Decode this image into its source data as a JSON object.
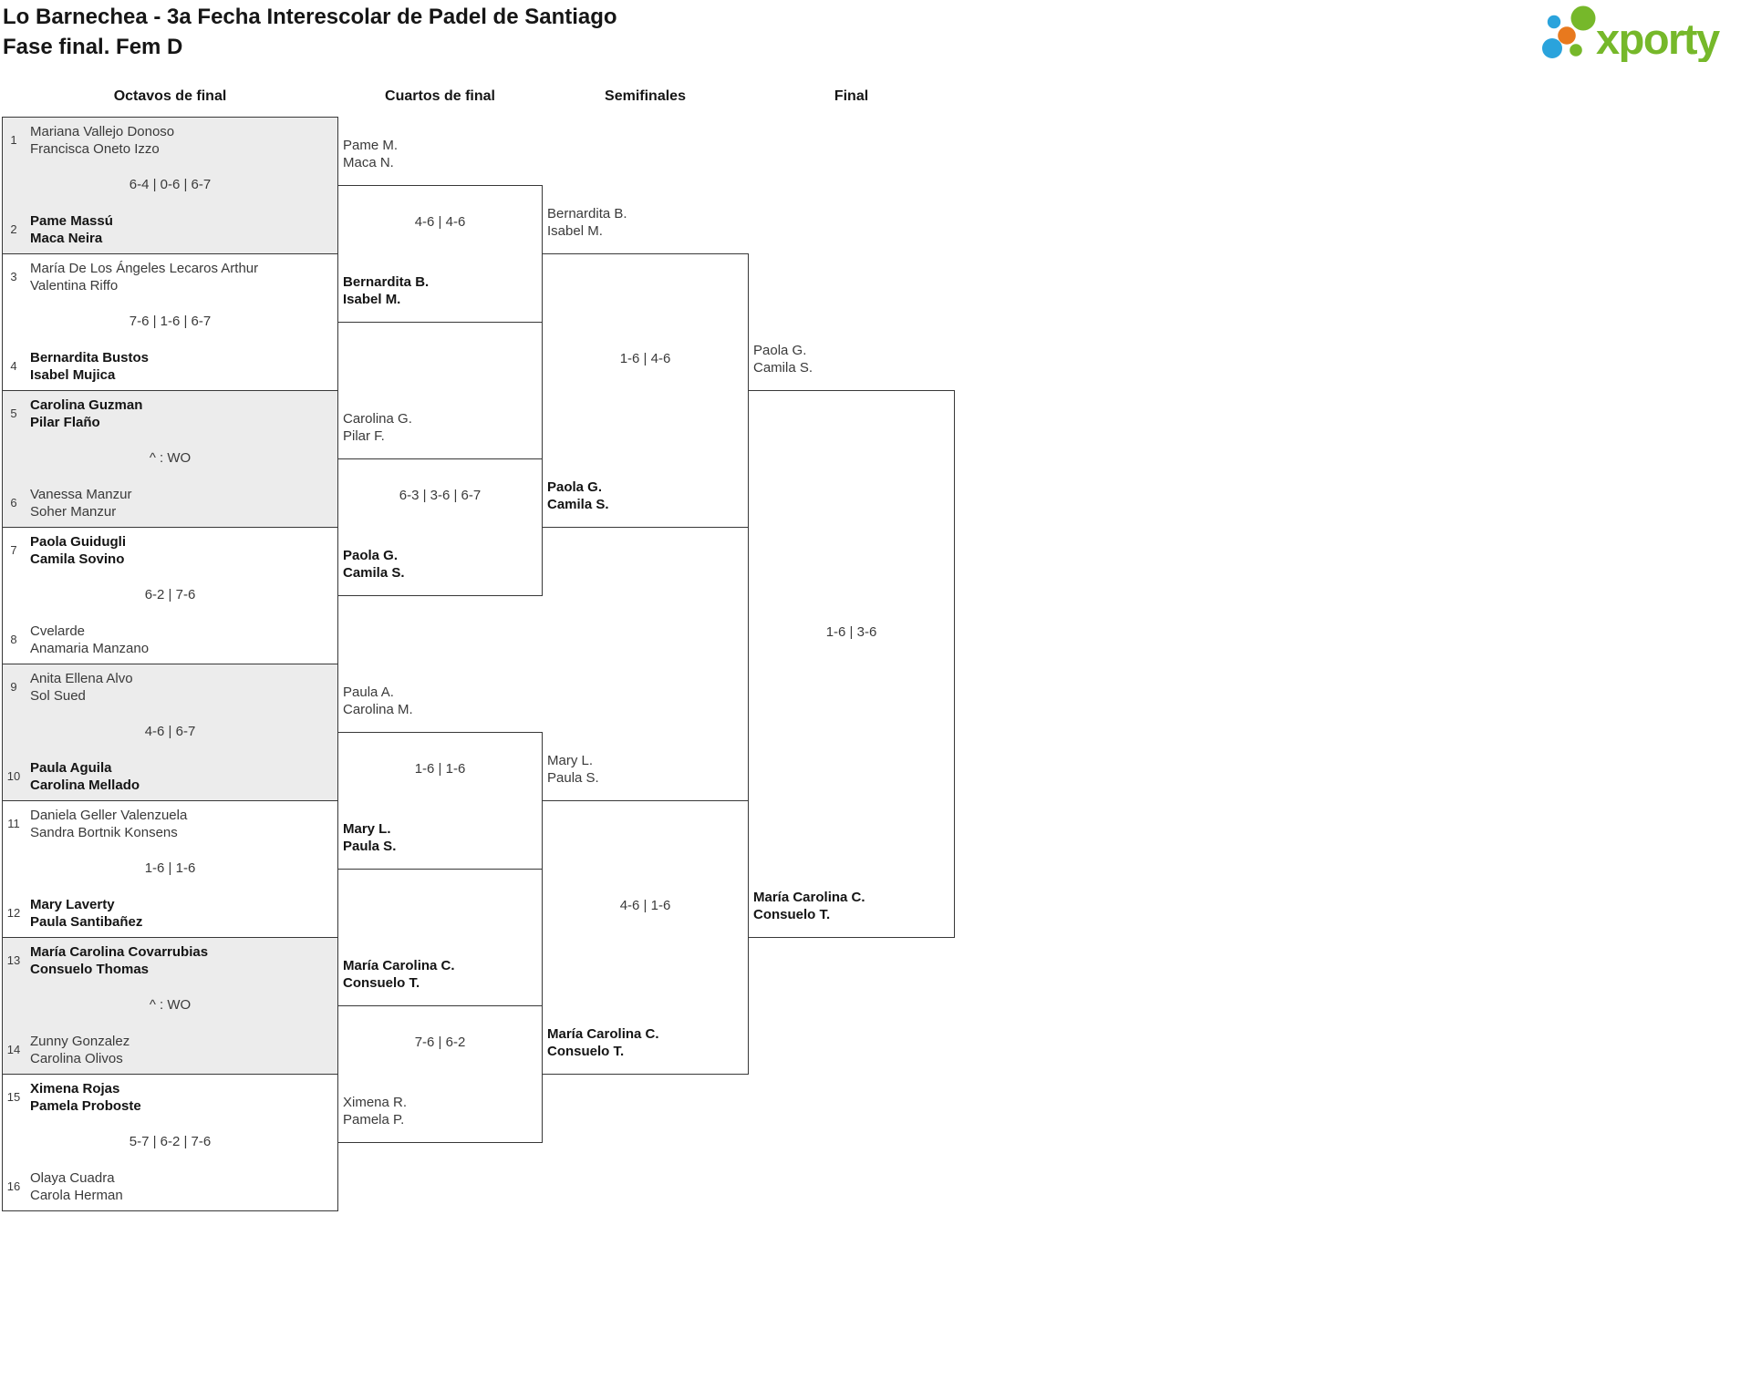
{
  "title": {
    "line1": "Lo Barnechea - 3a Fecha Interescolar de Padel de Santiago",
    "line2": "Fase final. Fem D"
  },
  "logo": {
    "text": "xporty",
    "green": "#76b82a",
    "blue": "#2aa3dc",
    "orange": "#e8791e"
  },
  "round_headers": [
    "Octavos de final",
    "Cuartos de final",
    "Semifinales",
    "Final"
  ],
  "octavos": [
    {
      "seed_top": "1",
      "team_top": [
        "Mariana Vallejo Donoso",
        "Francisca Oneto Izzo"
      ],
      "top_winner": false,
      "score": "6-4 | 0-6 | 6-7",
      "seed_bottom": "2",
      "team_bottom": [
        "Pame Massú",
        "Maca Neira"
      ],
      "bottom_winner": true,
      "shaded": true
    },
    {
      "seed_top": "3",
      "team_top": [
        "María De Los Ángeles Lecaros Arthur",
        "Valentina Riffo"
      ],
      "top_winner": false,
      "score": "7-6 | 1-6 | 6-7",
      "seed_bottom": "4",
      "team_bottom": [
        "Bernardita Bustos",
        "Isabel Mujica"
      ],
      "bottom_winner": true,
      "shaded": false
    },
    {
      "seed_top": "5",
      "team_top": [
        "Carolina Guzman",
        "Pilar Flaño"
      ],
      "top_winner": true,
      "score": "^ : WO",
      "seed_bottom": "6",
      "team_bottom": [
        "Vanessa Manzur",
        "Soher Manzur"
      ],
      "bottom_winner": false,
      "shaded": true
    },
    {
      "seed_top": "7",
      "team_top": [
        "Paola Guidugli",
        "Camila Sovino"
      ],
      "top_winner": true,
      "score": "6-2 | 7-6",
      "seed_bottom": "8",
      "team_bottom": [
        "Cvelarde",
        "Anamaria Manzano"
      ],
      "bottom_winner": false,
      "shaded": false
    },
    {
      "seed_top": "9",
      "team_top": [
        "Anita Ellena Alvo",
        "Sol Sued"
      ],
      "top_winner": false,
      "score": "4-6 | 6-7",
      "seed_bottom": "10",
      "team_bottom": [
        "Paula Aguila",
        "Carolina Mellado"
      ],
      "bottom_winner": true,
      "shaded": true
    },
    {
      "seed_top": "11",
      "team_top": [
        "Daniela Geller Valenzuela",
        "Sandra Bortnik Konsens"
      ],
      "top_winner": false,
      "score": "1-6 | 1-6",
      "seed_bottom": "12",
      "team_bottom": [
        "Mary Laverty",
        "Paula Santibañez"
      ],
      "bottom_winner": true,
      "shaded": false
    },
    {
      "seed_top": "13",
      "team_top": [
        "María Carolina Covarrubias",
        "Consuelo Thomas"
      ],
      "top_winner": true,
      "score": "^ : WO",
      "seed_bottom": "14",
      "team_bottom": [
        "Zunny Gonzalez",
        "Carolina Olivos"
      ],
      "bottom_winner": false,
      "shaded": true
    },
    {
      "seed_top": "15",
      "team_top": [
        "Ximena Rojas",
        "Pamela Proboste"
      ],
      "top_winner": true,
      "score": "5-7 | 6-2 | 7-6",
      "seed_bottom": "16",
      "team_bottom": [
        "Olaya Cuadra",
        "Carola Herman"
      ],
      "bottom_winner": false,
      "shaded": false
    }
  ],
  "cuartos": [
    {
      "team_top": [
        "Pame M.",
        "Maca N."
      ],
      "top_winner": false,
      "score": "4-6 | 4-6",
      "team_bottom": [
        "Bernardita B.",
        "Isabel M."
      ],
      "bottom_winner": true
    },
    {
      "team_top": [
        "Carolina G.",
        "Pilar F."
      ],
      "top_winner": false,
      "score": "6-3 | 3-6 | 6-7",
      "team_bottom": [
        "Paola G.",
        "Camila S."
      ],
      "bottom_winner": true
    },
    {
      "team_top": [
        "Paula A.",
        "Carolina M."
      ],
      "top_winner": false,
      "score": "1-6 | 1-6",
      "team_bottom": [
        "Mary L.",
        "Paula S."
      ],
      "bottom_winner": true
    },
    {
      "team_top": [
        "María Carolina C.",
        "Consuelo T."
      ],
      "top_winner": true,
      "score": "7-6 | 6-2",
      "team_bottom": [
        "Ximena R.",
        "Pamela P."
      ],
      "bottom_winner": false
    }
  ],
  "semifinales": [
    {
      "team_top": [
        "Bernardita B.",
        "Isabel M."
      ],
      "top_winner": false,
      "score": "1-6 | 4-6",
      "team_bottom": [
        "Paola G.",
        "Camila S."
      ],
      "bottom_winner": true
    },
    {
      "team_top": [
        "Mary L.",
        "Paula S."
      ],
      "top_winner": false,
      "score": "4-6 | 1-6",
      "team_bottom": [
        "María Carolina C.",
        "Consuelo T."
      ],
      "bottom_winner": true
    }
  ],
  "final": [
    {
      "team_top": [
        "Paola G.",
        "Camila S."
      ],
      "top_winner": false,
      "score": "1-6 | 3-6",
      "team_bottom": [
        "María Carolina C.",
        "Consuelo T."
      ],
      "bottom_winner": true
    }
  ]
}
